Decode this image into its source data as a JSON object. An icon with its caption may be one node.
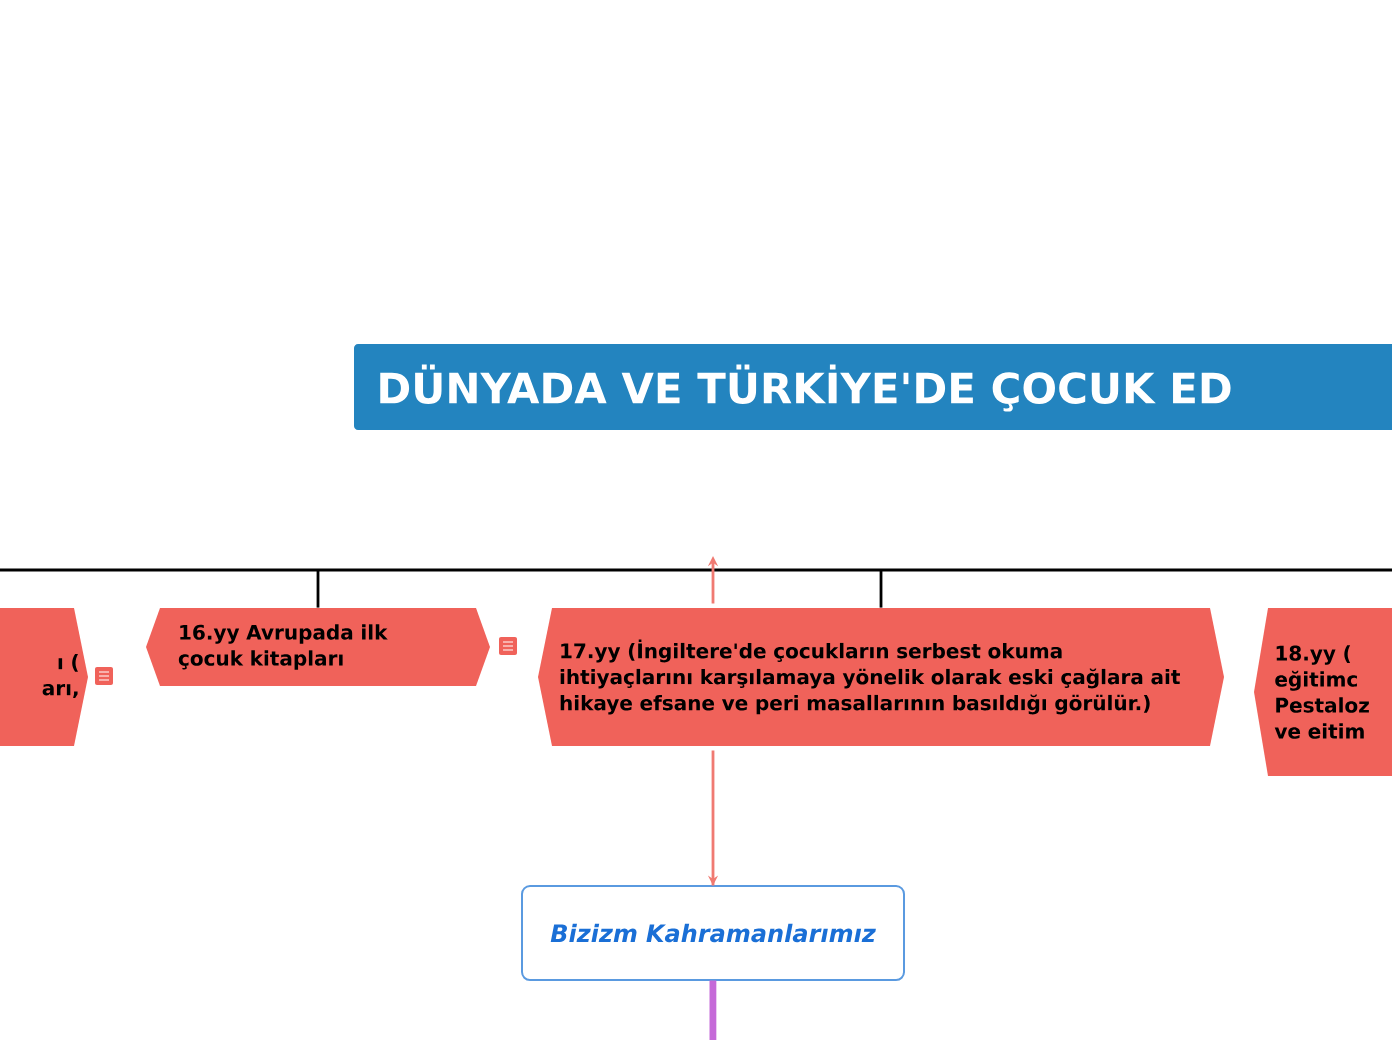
{
  "diagram": {
    "nodes": [
      {
        "text": [
          "DÜNYADA VE TÜRKİYE'DE ÇOCUK ED"
        ]
      },
      {
        "text": [
          "ı ( arı,"
        ]
      },
      {
        "text": [
          "16.yy Avrupada ilk çocuk kitapları"
        ]
      },
      {
        "text": [
          "17.yy (İngiltere'de çocukların serbest okuma ihtiyaçlarını karşılamaya yönelik olarak eski çağlara ait hikaye efsane ve peri masallarının basıldığı görülür.)"
        ]
      },
      {
        "text": [
          "18.yy ( eğitimc Pestaloz ve eitim"
        ]
      },
      {
        "text": [
          "Bizizm Kahramanlarımız"
        ]
      }
    ],
    "edges": [
      {
        "from": null,
        "to": 2,
        "arrow": "none"
      },
      {
        "from": null,
        "to": 3,
        "arrow": "none"
      },
      {
        "from": 5,
        "to": null,
        "arrow": "both",
        "color": "#f07a72"
      },
      {
        "from": 5,
        "to": null,
        "arrow": "none",
        "style": "thick",
        "color": "#c56ad8"
      }
    ]
  }
}
